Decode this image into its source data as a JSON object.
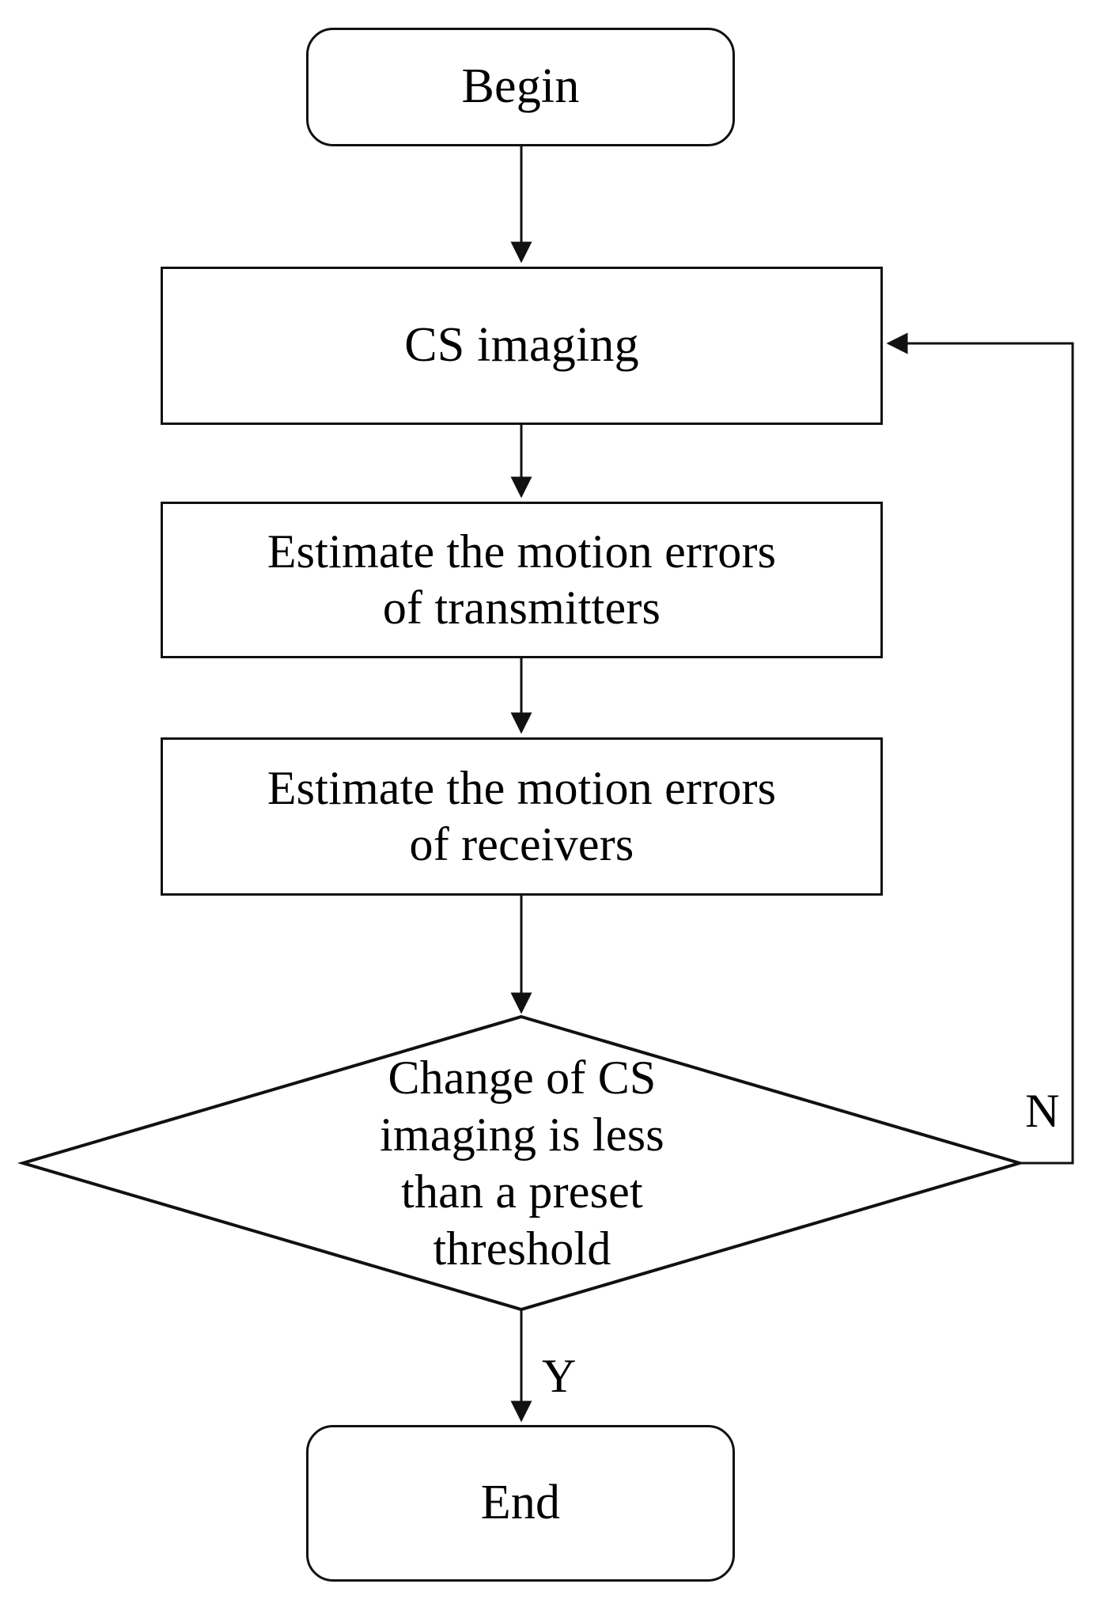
{
  "diagram": {
    "title": "CS imaging motion error estimation flowchart",
    "type": "flowchart",
    "background_color": "#ffffff",
    "line_color": "#111111",
    "text_color": "#000000",
    "nodes": [
      {
        "id": "begin",
        "shape": "terminator",
        "label": "Begin"
      },
      {
        "id": "cs",
        "shape": "process",
        "label": "CS imaging"
      },
      {
        "id": "tx",
        "shape": "process",
        "label": "Estimate the motion errors\nof transmitters"
      },
      {
        "id": "rx",
        "shape": "process",
        "label": "Estimate the motion errors\nof receivers"
      },
      {
        "id": "decision",
        "shape": "decision",
        "label": "Change of CS\nimaging is less\nthan a preset\nthreshold"
      },
      {
        "id": "end",
        "shape": "terminator",
        "label": "End"
      }
    ],
    "edges": [
      {
        "from": "begin",
        "to": "cs",
        "label": ""
      },
      {
        "from": "cs",
        "to": "tx",
        "label": ""
      },
      {
        "from": "tx",
        "to": "rx",
        "label": ""
      },
      {
        "from": "rx",
        "to": "decision",
        "label": ""
      },
      {
        "from": "decision",
        "to": "end",
        "label": "Y"
      },
      {
        "from": "decision",
        "to": "cs",
        "label": "N"
      }
    ],
    "edge_labels": {
      "no": "N",
      "yes": "Y"
    }
  }
}
